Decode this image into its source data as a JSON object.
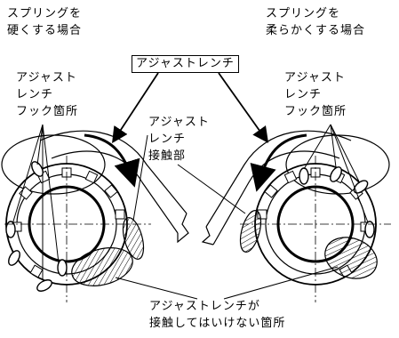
{
  "labels": {
    "left_heading": "スプリングを\n硬くする場合",
    "right_heading": "スプリングを\n柔らかくする場合",
    "wrench_title": "アジャストレンチ",
    "left_hook": "アジャスト\nレンチ\nフック箇所",
    "contact": "アジャスト\nレンチ\n接触部",
    "right_hook": "アジャスト\nレンチ\nフック箇所",
    "no_contact": "アジャストレンチが\n接触してはいけない箇所"
  }
}
